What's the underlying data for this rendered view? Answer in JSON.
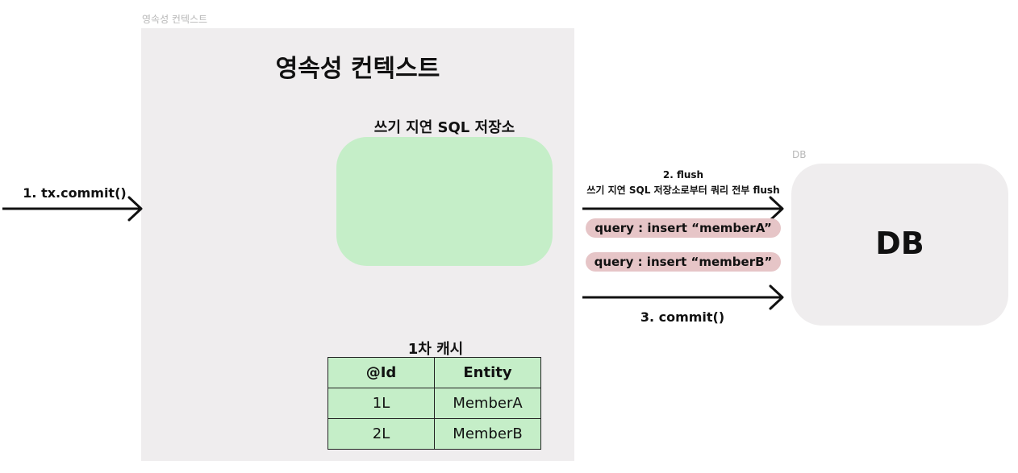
{
  "persistence_context": {
    "frame_label": "영속성 컨텍스트",
    "title": "영속성 컨텍스트",
    "sql_store_title": "쓰기 지연 SQL 저장소",
    "cache": {
      "title": "1차 캐시",
      "headers": [
        "@Id",
        "Entity"
      ],
      "rows": [
        [
          "1L",
          "MemberA"
        ],
        [
          "2L",
          "MemberB"
        ]
      ]
    }
  },
  "db": {
    "frame_label": "DB",
    "label": "DB"
  },
  "arrows": {
    "commit_label": "1. tx.commit()",
    "flush_label": "2. flush",
    "flush_desc": "쓰기 지연 SQL 저장소로부터 쿼리 전부 flush",
    "db_commit_label": "3. commit()"
  },
  "queries": [
    "query : insert “memberA”",
    "query : insert “memberB”"
  ],
  "colors": {
    "context_bg": "#efedee",
    "sql_store_bg": "#c5eec8",
    "query_bg": "#e6c5c7",
    "db_bg": "#efedee"
  }
}
